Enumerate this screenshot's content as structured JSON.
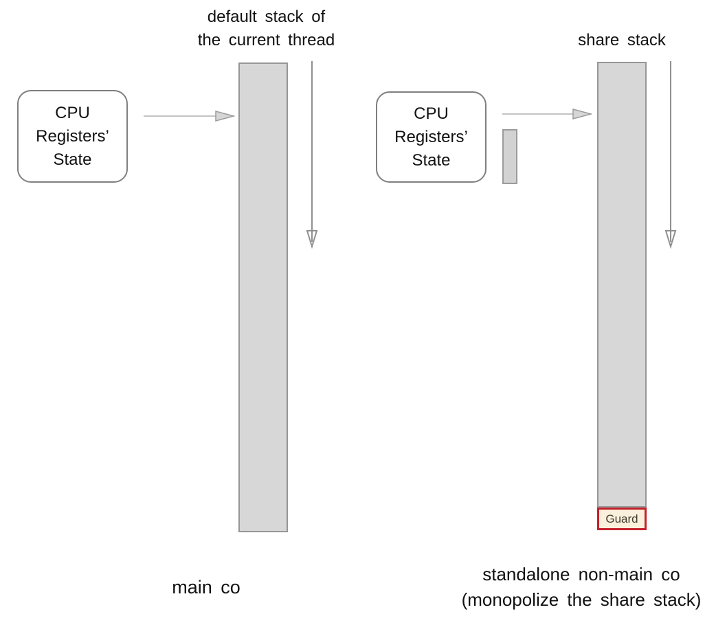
{
  "colors": {
    "background": "#ffffff",
    "text": "#111111",
    "stack_fill": "#d7d7d7",
    "stack_border": "#969696",
    "box_border": "#7f7f7f",
    "arrow_dark": "#8f8f8f",
    "arrow_light": "#c3c3c3",
    "arrowhead_fill": "#d6d6d6",
    "arrowhead_stroke": "#9c9c9c",
    "guard_border": "#c4202a",
    "guard_fill": "#fbf0dc",
    "guard_text": "#413a30"
  },
  "left": {
    "title": "default stack of\nthe current thread",
    "cpu_box_label": "CPU\nRegisters’\nState",
    "caption": "main co"
  },
  "right": {
    "title": "share stack",
    "cpu_box_label": "CPU\nRegisters’\nState",
    "guard_label": "Guard",
    "caption": "standalone non-main co\n(monopolize the share stack)"
  }
}
